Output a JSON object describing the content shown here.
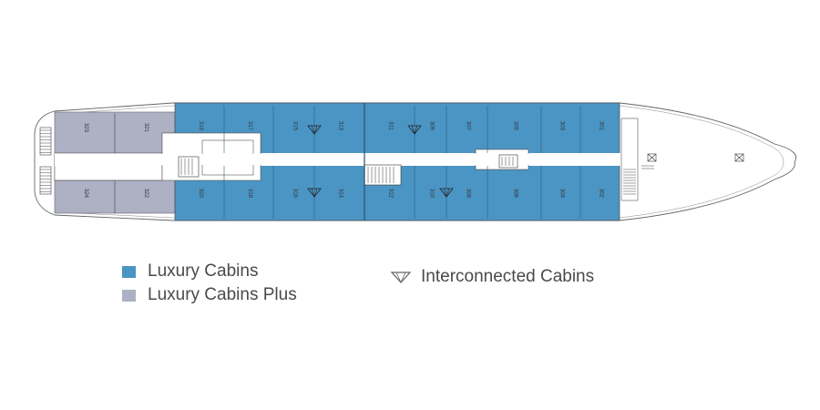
{
  "colors": {
    "luxury": "#4a95c4",
    "luxury_plus": "#aeb1c4",
    "outline": "#555555",
    "hull_fill": "#ffffff"
  },
  "cabins": {
    "luxury_top": [
      "319",
      "317",
      "315",
      "313",
      "311",
      "309",
      "307",
      "305",
      "303",
      "301"
    ],
    "luxury_bottom": [
      "320",
      "318",
      "316",
      "314",
      "312",
      "310",
      "308",
      "306",
      "304",
      "302"
    ],
    "plus_top": [
      "323",
      "321"
    ],
    "plus_bottom": [
      "324",
      "322"
    ]
  },
  "interconnected_pairs": [
    [
      "315",
      "313"
    ],
    [
      "311",
      "309"
    ],
    [
      "316",
      "314"
    ],
    [
      "310",
      "308"
    ]
  ],
  "legend": {
    "luxury": "Luxury Cabins",
    "luxury_plus": "Luxury Cabins Plus",
    "interconnected": "Interconnected Cabins"
  },
  "icons": {
    "interconnected": "diamond-icon",
    "stairs": "stairs-icon",
    "marker": "crossed-box-icon"
  }
}
